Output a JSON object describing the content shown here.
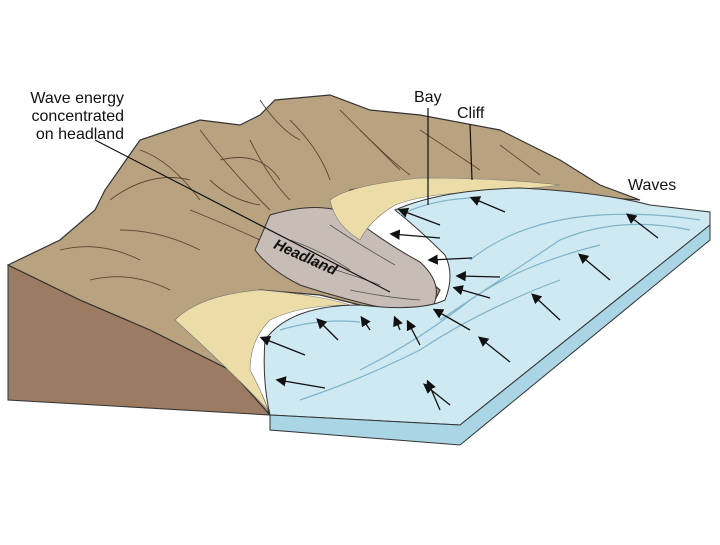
{
  "labels": {
    "wave_energy": [
      "Wave energy",
      "concentrated",
      "on headland"
    ],
    "bay": "Bay",
    "cliff": "Cliff",
    "waves": "Waves",
    "headland": "Headland"
  },
  "colors": {
    "land": "#b9a27f",
    "land_dark": "#9a8466",
    "headland_rock": "#c8bcb6",
    "sand": "#ecdca8",
    "water": "#cfe9f2",
    "water_deep": "#a9d5e5",
    "cross_section": "#9c7b63",
    "ink": "#111111"
  }
}
